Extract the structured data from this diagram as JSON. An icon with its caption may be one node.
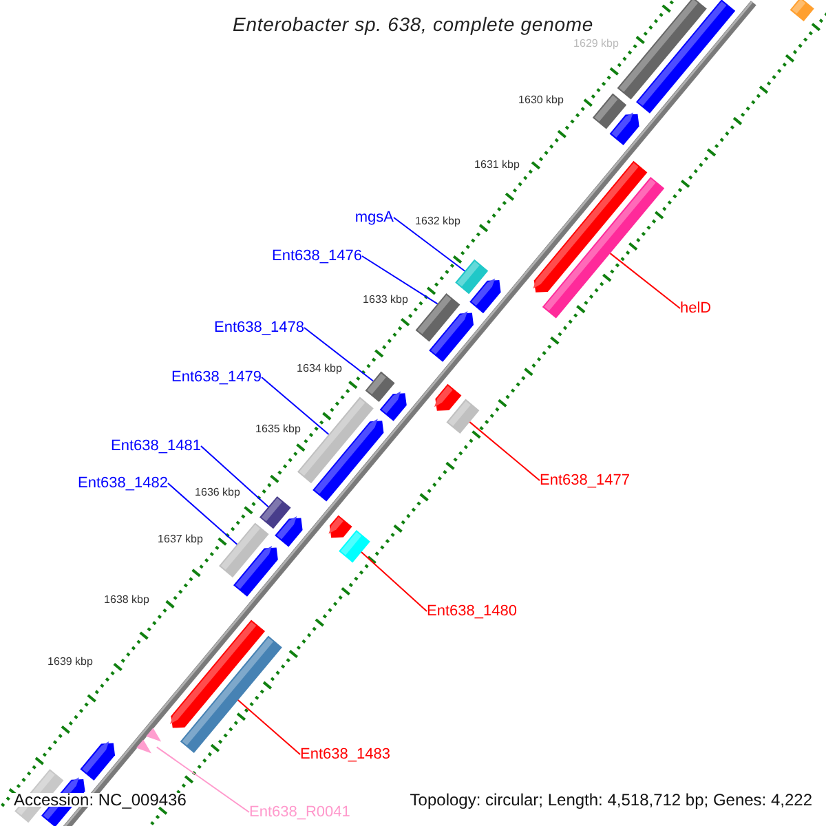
{
  "diagram": {
    "title": "Enterobacter sp. 638, complete genome",
    "nodes": [
      {
        "text": [
          "mgsA"
        ]
      },
      {
        "text": [],
        "shape": "bar"
      },
      {
        "text": [
          "Ent638_1476"
        ]
      },
      {
        "text": [],
        "shape": "bar"
      },
      {
        "text": [
          "helD"
        ]
      },
      {
        "text": [],
        "shape": "bar"
      },
      {
        "text": [
          "Ent638_1478"
        ]
      },
      {
        "text": [],
        "shape": "bar"
      },
      {
        "text": [
          "Ent638_1479"
        ]
      },
      {
        "text": [],
        "shape": "bar"
      },
      {
        "text": [
          "Ent638_1481"
        ]
      },
      {
        "text": [],
        "shape": "bar"
      },
      {
        "text": [
          "Ent638_1482"
        ]
      },
      {
        "text": [],
        "shape": "bar"
      },
      {
        "text": [
          "Ent638_1477"
        ]
      },
      {
        "text": [],
        "shape": "bar"
      },
      {
        "text": [
          "Ent638_1480"
        ]
      },
      {
        "text": [],
        "shape": "bar"
      },
      {
        "text": [
          "Ent638_1483"
        ]
      },
      {
        "text": [],
        "shape": "bar"
      },
      {
        "text": [
          "Ent638_R0041"
        ]
      },
      {
        "text": [],
        "shape": "triangle"
      },
      {
        "text": [],
        "shape": "bar"
      },
      {
        "text": [],
        "shape": "bar"
      },
      {
        "text": [],
        "shape": "bar"
      },
      {
        "text": [],
        "shape": "bar"
      },
      {
        "text": [],
        "shape": "pentagon"
      },
      {
        "text": [],
        "shape": "pentagon"
      },
      {
        "text": [],
        "shape": "pentagon"
      },
      {
        "text": [],
        "shape": "pentagon"
      },
      {
        "text": [],
        "shape": "pentagon"
      },
      {
        "text": [],
        "shape": "pentagon"
      },
      {
        "text": [],
        "shape": "pentagon"
      },
      {
        "text": [],
        "shape": "pentagon"
      },
      {
        "text": [],
        "shape": "pentagon"
      },
      {
        "text": [],
        "shape": "pentagon"
      },
      {
        "text": [],
        "shape": "pentagon"
      },
      {
        "text": [],
        "shape": "pentagon"
      },
      {
        "text": [],
        "shape": "pentagon"
      },
      {
        "text": [],
        "shape": "bar"
      }
    ],
    "edges": [
      {
        "from": 0,
        "to": 1,
        "arrow": "none"
      },
      {
        "from": 2,
        "to": 3,
        "arrow": "none"
      },
      {
        "from": 4,
        "to": 5,
        "arrow": "none",
        "color": "#ff0000"
      },
      {
        "from": 6,
        "to": 7,
        "arrow": "none"
      },
      {
        "from": 8,
        "to": 9,
        "arrow": "none"
      },
      {
        "from": 10,
        "to": 11,
        "arrow": "none"
      },
      {
        "from": 12,
        "to": 13,
        "arrow": "none"
      },
      {
        "from": 14,
        "to": 15,
        "arrow": "none",
        "color": "#ff0000"
      },
      {
        "from": 16,
        "to": 17,
        "arrow": "none",
        "color": "#ff0000"
      },
      {
        "from": 18,
        "to": 19,
        "arrow": "none",
        "color": "#ff0000"
      },
      {
        "from": 20,
        "to": 21,
        "arrow": "none",
        "color": "#ff99cc"
      }
    ],
    "labels": [
      "1629 kbp",
      "1630 kbp",
      "1631 kbp",
      "1632 kbp",
      "1633 kbp",
      "1634 kbp",
      "1635 kbp",
      "1636 kbp",
      "1637 kbp",
      "1638 kbp",
      "1639 kbp",
      "Accession: NC_009436",
      "Topology: circular; Length: 4,518,712 bp; Genes: 4,222"
    ]
  }
}
